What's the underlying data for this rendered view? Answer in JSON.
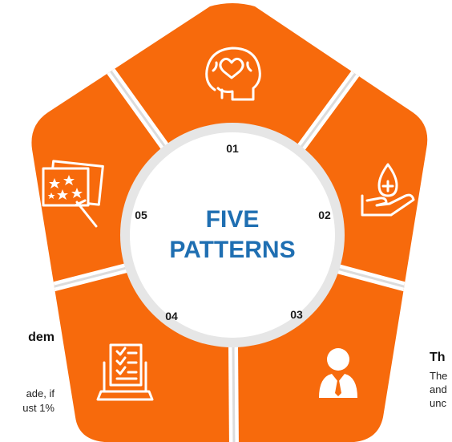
{
  "center": {
    "line1": "FIVE",
    "line2": "PATTERNS"
  },
  "segments": [
    {
      "number": "01",
      "icon": "brain-heart-icon"
    },
    {
      "number": "02",
      "icon": "hand-blood-drop-icon"
    },
    {
      "number": "03",
      "icon": "businessman-icon"
    },
    {
      "number": "04",
      "icon": "checklist-laptop-icon"
    },
    {
      "number": "05",
      "icon": "pictures-stars-icon"
    }
  ],
  "left_text": {
    "heading_fragment": "dem",
    "line1_fragment": "ade, if",
    "line2_fragment": "ust 1%"
  },
  "right_text": {
    "heading_fragment": "Th",
    "line1_fragment": "The",
    "line2_fragment": "and",
    "line3_fragment": "unc"
  },
  "colors": {
    "segment_orange": "#f76a0c",
    "ring_gray": "#e8e8e8",
    "center_blue": "#1f6fb2",
    "text_dark": "#1a1a1a"
  }
}
